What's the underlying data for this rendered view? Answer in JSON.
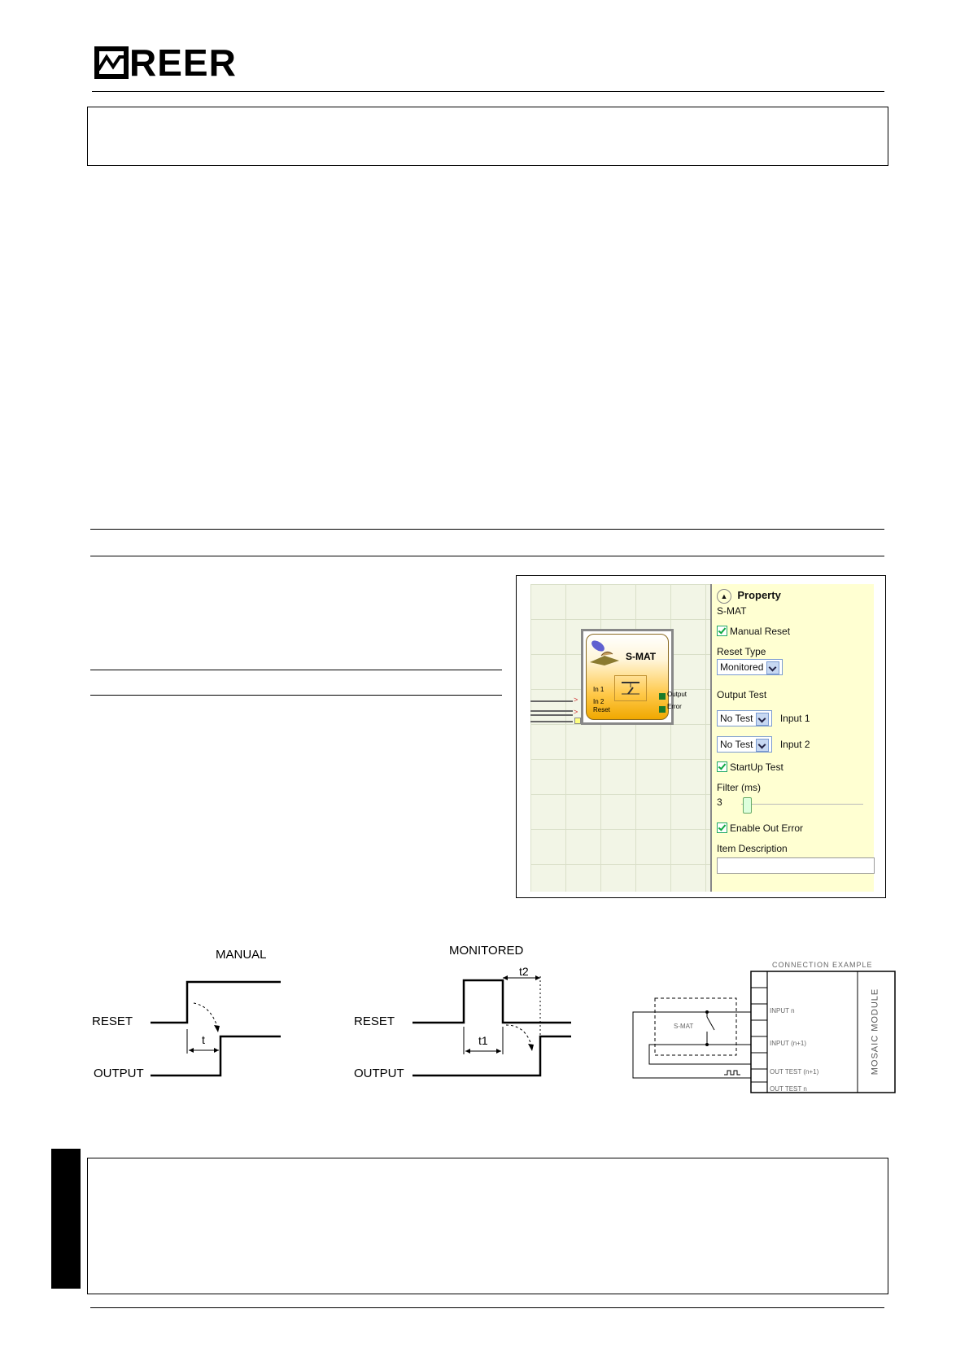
{
  "header": {
    "logo_text": "REER"
  },
  "software_panel": {
    "block_title": "S-MAT",
    "inputs": [
      "In 1",
      "In 2",
      "Reset"
    ],
    "outputs": [
      "Output",
      "Error"
    ],
    "property": {
      "title": "Property",
      "subtitle": "S-MAT",
      "manual_reset_label": "Manual Reset",
      "reset_type_label": "Reset Type",
      "reset_type_value": "Monitored",
      "output_test_label": "Output Test",
      "test1_value": "No Test",
      "test1_label": "Input 1",
      "test2_value": "No Test",
      "test2_label": "Input 2",
      "startup_test_label": "StartUp Test",
      "filter_label": "Filter (ms)",
      "filter_value": "3",
      "enable_out_error_label": "Enable Out Error",
      "item_description_label": "Item Description"
    }
  },
  "timing": {
    "manual": {
      "title": "MANUAL",
      "reset": "RESET",
      "output": "OUTPUT",
      "t": "t"
    },
    "monitored": {
      "title": "MONITORED",
      "reset": "RESET",
      "output": "OUTPUT",
      "t1": "t1",
      "t2": "t2"
    }
  },
  "connection": {
    "title": "CONNECTION  EXAMPLE",
    "device": "S-MAT",
    "module": "MOSAIC  MODULE",
    "pins": [
      "INPUT  n",
      "INPUT  (n+1)",
      "OUT  TEST  (n+1)",
      "OUT  TEST  n"
    ]
  }
}
